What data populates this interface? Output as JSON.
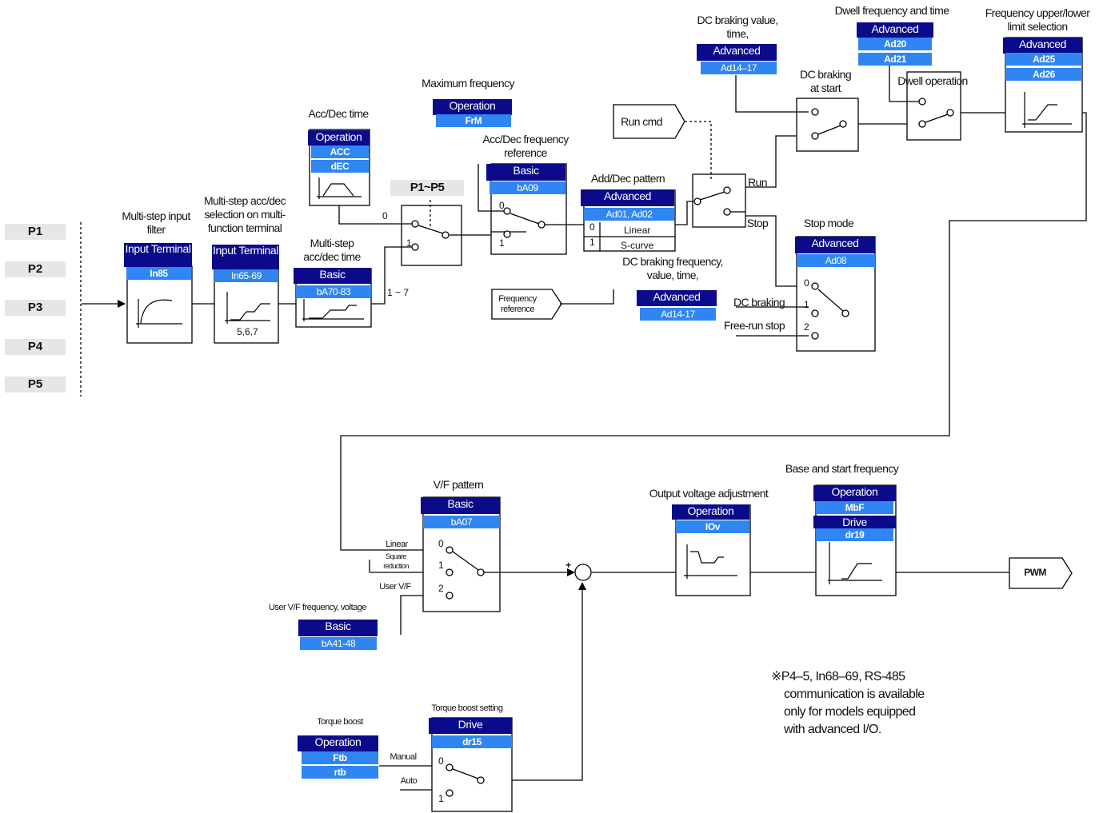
{
  "inputs": [
    "P1",
    "P2",
    "P3",
    "P4",
    "P5"
  ],
  "multistep_filter": {
    "title": "Multi-step input filter",
    "group": "Input Terminal",
    "code": "In85"
  },
  "multistep_accdec_sel": {
    "title": "Multi-step acc/dec selection on multi-function terminal",
    "group": "Input Terminal",
    "code": "In65-69",
    "sub": "5,6,7"
  },
  "multistep_accdec_time": {
    "title": "Multi-step acc/dec time",
    "group": "Basic",
    "code": "bA70-83",
    "range": "1 ~ 7"
  },
  "accdec_time": {
    "title": "Acc/Dec time",
    "group": "Operation",
    "codes": [
      "ACC",
      "dEC"
    ]
  },
  "p1p5_switch": {
    "label": "P1~P5",
    "pos0": "0",
    "pos1": "1"
  },
  "max_frequency": {
    "title": "Maximum frequency",
    "group": "Operation",
    "code": "FrM"
  },
  "accdec_freq_ref": {
    "title": "Acc/Dec frequency reference",
    "group": "Basic",
    "code": "bA09",
    "pos0": "0",
    "pos1": "1"
  },
  "frequency_reference": {
    "label": "Frequency reference"
  },
  "adddec_pattern": {
    "title": "Add/Dec pattern",
    "group": "Advanced",
    "code": "Ad01, Ad02",
    "options": [
      {
        "num": "0",
        "name": "Linear"
      },
      {
        "num": "1",
        "name": "S-curve"
      }
    ]
  },
  "run_cmd": {
    "label": "Run cmd",
    "run": "Run",
    "stop": "Stop"
  },
  "dc_braking_value": {
    "title": "DC braking value, time,",
    "group": "Advanced",
    "code": "Ad14–17"
  },
  "dc_braking_start": {
    "title": "DC braking at start"
  },
  "dwell": {
    "title": "Dwell frequency and time",
    "group": "Advanced",
    "codes": [
      "Ad20",
      "Ad21"
    ],
    "operation": "Dwell operation"
  },
  "freq_limit": {
    "title": "Frequency upper/lower limit selection",
    "group": "Advanced",
    "codes": [
      "Ad25",
      "Ad26"
    ]
  },
  "stop_mode": {
    "title": "Stop mode",
    "group": "Advanced",
    "code": "Ad08",
    "options": [
      {
        "num": "0"
      },
      {
        "num": "1",
        "name": "DC braking"
      },
      {
        "num": "2",
        "name": "Free-run stop"
      }
    ]
  },
  "dc_braking_freq": {
    "title": "DC braking frequency, value, time,",
    "group": "Advanced",
    "code": "Ad14-17"
  },
  "vf_pattern": {
    "title": "V/F pattern",
    "group": "Basic",
    "code": "bA07",
    "options": [
      {
        "num": "0",
        "name": "Linear"
      },
      {
        "num": "1",
        "name": "Square reduction"
      },
      {
        "num": "2",
        "name": "User V/F"
      }
    ]
  },
  "user_vf": {
    "title": "User V/F frequency, voltage",
    "group": "Basic",
    "code": "bA41-48"
  },
  "summing_plus": "+",
  "output_voltage": {
    "title": "Output voltage adjustment",
    "group": "Operation",
    "code": "IOv"
  },
  "base_start_freq": {
    "title": "Base and start frequency",
    "groups": [
      {
        "group": "Operation",
        "code": "MbF"
      },
      {
        "group": "Drive",
        "code": "dr19"
      }
    ]
  },
  "pwm": "PWM",
  "torque_boost": {
    "title": "Torque boost",
    "group": "Operation",
    "codes": [
      "Ftb",
      "rtb"
    ]
  },
  "torque_boost_setting": {
    "title": "Torque boost setting",
    "group": "Drive",
    "code": "dr15",
    "options": [
      {
        "num": "0",
        "name": "Manual"
      },
      {
        "num": "1",
        "name": "Auto"
      }
    ]
  },
  "note": [
    "※P4–5, In68–69, RS-485",
    "communication is available",
    "only for models equipped",
    "with advanced I/O."
  ]
}
